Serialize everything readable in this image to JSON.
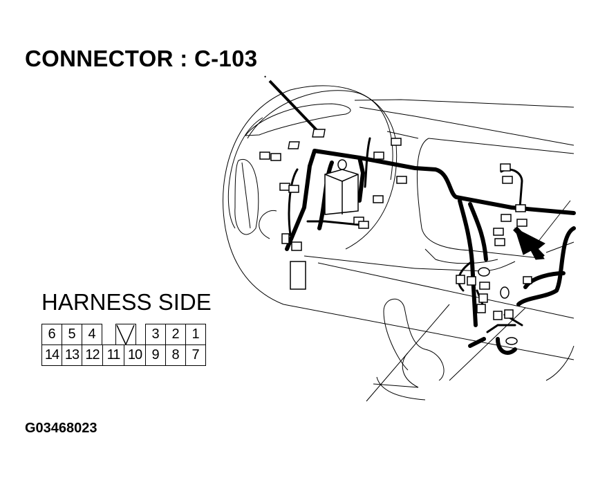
{
  "header": {
    "title": "CONNECTOR : C-103"
  },
  "connector": {
    "label": "HARNESS SIDE",
    "top_row": [
      {
        "pin": "6"
      },
      {
        "pin": "5"
      },
      {
        "pin": "4"
      },
      {
        "pin": "",
        "key": "locking-tab-triangle"
      },
      {
        "pin": "3"
      },
      {
        "pin": "2"
      },
      {
        "pin": "1"
      }
    ],
    "bottom_row": [
      {
        "pin": "14"
      },
      {
        "pin": "13"
      },
      {
        "pin": "12"
      },
      {
        "pin": "11"
      },
      {
        "pin": "10"
      },
      {
        "pin": "9"
      },
      {
        "pin": "8"
      },
      {
        "pin": "7"
      }
    ]
  },
  "illustration": {
    "subject": "instrument-panel-wire-harness",
    "elements": [
      "steering-wheel",
      "dashboard",
      "wire-harness",
      "connectors",
      "shift-lever",
      "location-arrow",
      "leader-line"
    ],
    "line_color": "#000000",
    "background": "#ffffff"
  },
  "footer": {
    "figure_code": "G03468023"
  }
}
